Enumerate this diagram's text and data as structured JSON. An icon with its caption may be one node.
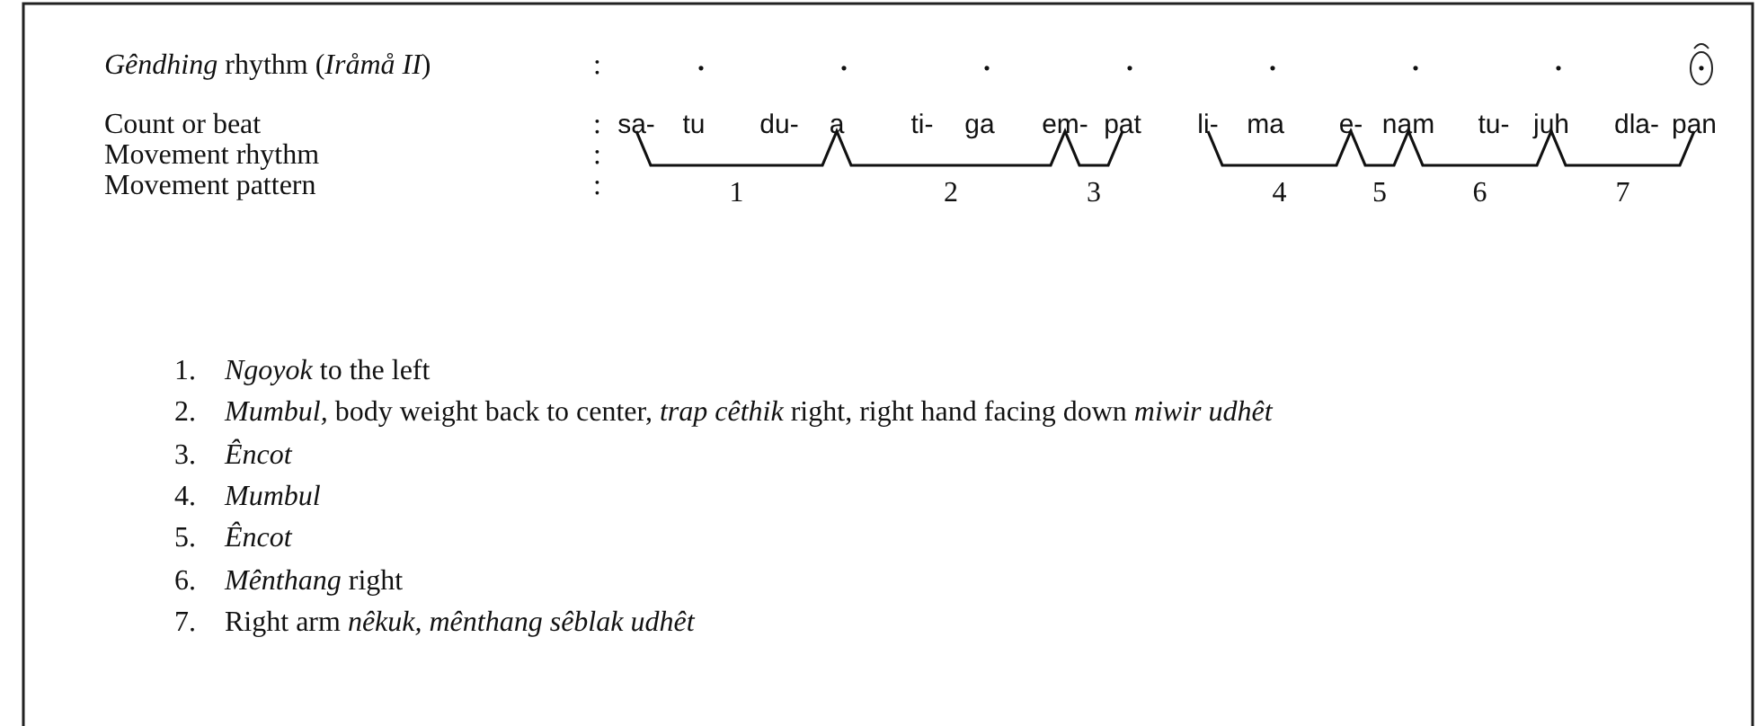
{
  "diagram": {
    "labels": [
      "*Gêndhing* rhythm (*Iråmå II*)",
      ":",
      ".",
      ".",
      ".",
      ".",
      ".",
      ".",
      ".",
      ".",
      "Count or beat",
      ":",
      "sa-",
      "tu",
      "du-",
      "a",
      "ti-",
      "ga",
      "em-",
      "pat",
      "li-",
      "ma",
      "e-",
      "nam",
      "tu-",
      "juh",
      "dla-",
      "pan",
      "Movement rhythm",
      ":",
      "Movement pattern",
      ":",
      "1",
      "2",
      "3",
      "4",
      "5",
      "6",
      "7",
      "1.",
      "*Ngoyok* to the left",
      "2.",
      "*Mumbul,* body weight back to center, *trap cêthik* right, right hand facing down *miwir udhêt*",
      "3.",
      "Êncot",
      "4.",
      "Mumbul",
      "5.",
      "Êncot",
      "6.",
      "*Mênthang* right",
      "7.",
      "Right arm *nêkuk, mênthang sêblak udhêt*"
    ]
  }
}
